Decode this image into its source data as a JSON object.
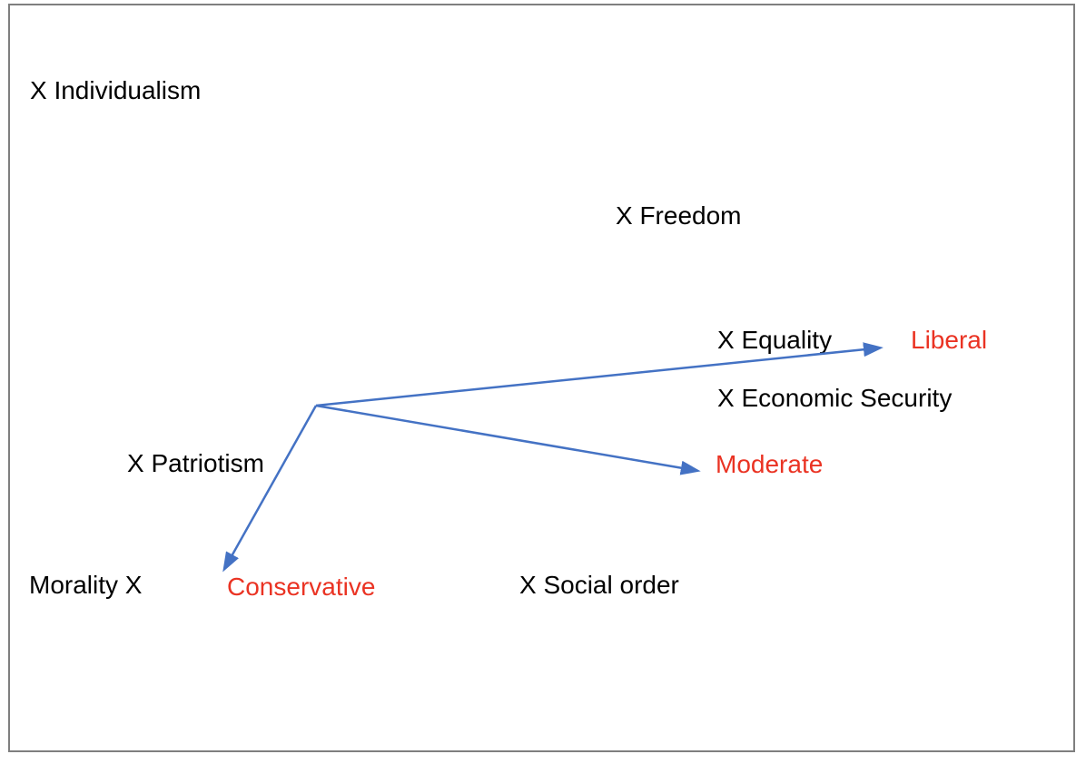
{
  "diagram": {
    "description": "Political values map with arrows from a common origin to ideology groups",
    "labels": {
      "individualism": {
        "text": "X Individualism",
        "color": "black"
      },
      "freedom": {
        "text": "X Freedom",
        "color": "black"
      },
      "equality": {
        "text": "X Equality",
        "color": "black"
      },
      "liberal": {
        "text": "Liberal",
        "color": "red"
      },
      "economic_security": {
        "text": "X Economic Security",
        "color": "black"
      },
      "patriotism": {
        "text": "X Patriotism",
        "color": "black"
      },
      "moderate": {
        "text": "Moderate",
        "color": "red"
      },
      "morality": {
        "text": "Morality X",
        "color": "black"
      },
      "conservative": {
        "text": "Conservative",
        "color": "red"
      },
      "social_order": {
        "text": "X Social order",
        "color": "black"
      }
    },
    "arrows": [
      {
        "from": "origin",
        "to": "Liberal"
      },
      {
        "from": "origin",
        "to": "Moderate"
      },
      {
        "from": "origin",
        "to": "Conservative"
      }
    ],
    "colors": {
      "arrow_blue": "#4472C4",
      "emphasis_red": "#ea3323",
      "text_black": "#000000",
      "frame_gray": "#7f7f7f"
    }
  }
}
